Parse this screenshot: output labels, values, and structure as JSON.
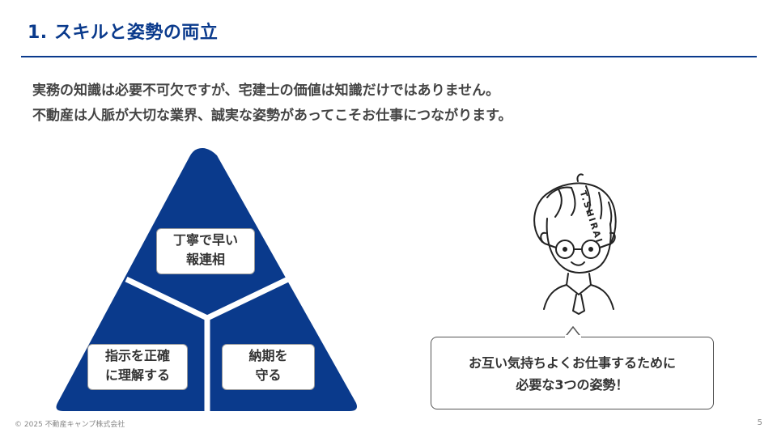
{
  "slide": {
    "title": "1. スキルと姿勢の両立",
    "lead_lines": [
      "実務の知識は必要不可欠ですが、宅建士の価値は知識だけではありません。",
      "不動産は人脈が大切な業界、誠実な姿勢があってこそお仕事につながります。"
    ],
    "colors": {
      "accent": "#0a3a8c",
      "text": "#333333"
    }
  },
  "pyramid": {
    "top": {
      "lines": [
        "丁寧で早い",
        "報連相"
      ]
    },
    "left": {
      "lines": [
        "指示を正確",
        "に理解する"
      ]
    },
    "right": {
      "lines": [
        "納期を",
        "守る"
      ]
    }
  },
  "illustration": {
    "signature": "T.SHIRAI",
    "icon": "person-with-glasses-illustration"
  },
  "speech_bubble": {
    "lines": [
      "お互い気持ちよくお仕事するために",
      "必要な3つの姿勢！"
    ]
  },
  "footer": {
    "copyright": "© 2025 不動産キャンプ株式会社",
    "page_number": "5"
  }
}
